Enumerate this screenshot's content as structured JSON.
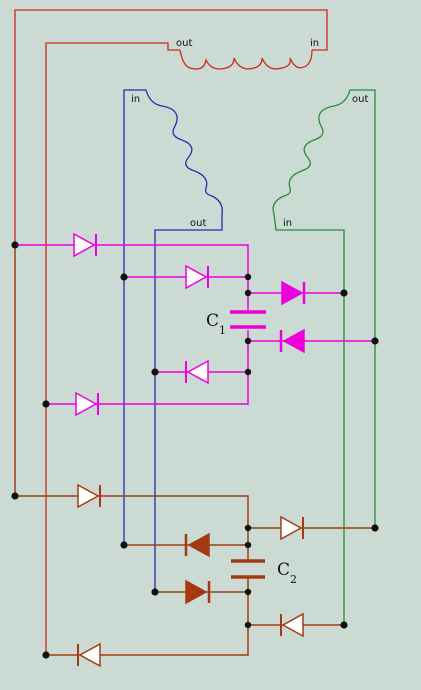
{
  "colors": {
    "background": "#cbdbd3",
    "red_winding": "#cc2a1a",
    "blue_winding": "#2a2aa8",
    "green_winding": "#2a8a3a",
    "magenta_stage": "#ee00dd",
    "brown_stage": "#a33a12",
    "dot": "#111111"
  },
  "labels": {
    "red_coil_out": "out",
    "red_coil_in": "in",
    "blue_coil_in": "in",
    "blue_coil_out": "out",
    "green_coil_out": "out",
    "green_coil_in": "in"
  },
  "capacitors": {
    "c1_letter": "C",
    "c1_sub": "1",
    "c2_letter": "C",
    "c2_sub": "2"
  },
  "icons": {
    "coil": "inductor-coil-icon",
    "diode_outline": "diode-outline-icon",
    "diode_filled": "diode-filled-icon",
    "capacitor": "capacitor-icon",
    "junction": "junction-dot-icon"
  }
}
